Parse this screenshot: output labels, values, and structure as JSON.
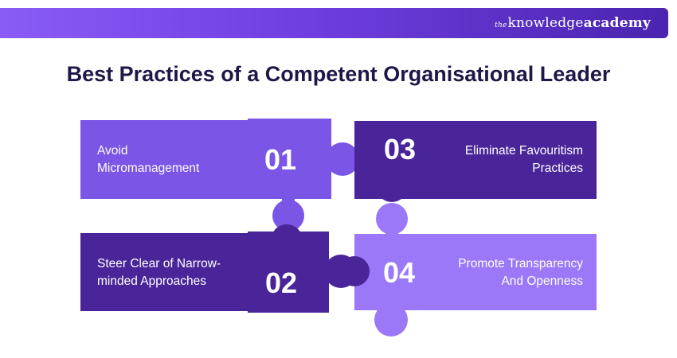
{
  "brand": {
    "prefix": "the",
    "name": "knowledge",
    "suffix": "academy"
  },
  "title": "Best Practices of a Competent Organisational Leader",
  "steps": [
    {
      "number": "01",
      "label": "Avoid\nMicromanagement"
    },
    {
      "number": "02",
      "label": "Steer Clear of Narrow-\nminded Approaches"
    },
    {
      "number": "03",
      "label": "Eliminate Favouritism\nPractices"
    },
    {
      "number": "04",
      "label": "Promote Transparency\nAnd Openness"
    }
  ],
  "colors": {
    "piece_01": "#7a55e6",
    "piece_02": "#4a2599",
    "piece_03": "#4a2599",
    "piece_04": "#9a78f7",
    "title": "#1e1747"
  }
}
